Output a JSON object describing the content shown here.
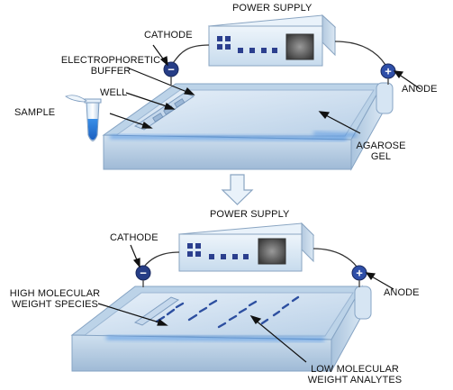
{
  "top": {
    "power_supply": "POWER SUPPLY",
    "cathode": "CATHODE",
    "anode": "ANODE",
    "buffer_line1": "ELECTROPHORETIC",
    "buffer_line2": "BUFFER",
    "well": "WELL",
    "sample": "SAMPLE",
    "gel_line1": "AGAROSE",
    "gel_line2": "GEL"
  },
  "bottom": {
    "power_supply": "POWER SUPPLY",
    "cathode": "CATHODE",
    "anode": "ANODE",
    "high_line1": "HIGH MOLECULAR",
    "high_line2": "WEIGHT SPECIES",
    "low_line1": "LOW MOLECULAR",
    "low_line2": "WEIGHT ANALYTES"
  },
  "symbols": {
    "minus": "−",
    "plus": "+"
  },
  "colors": {
    "tank_blue": "#b6cde3",
    "gel_blue": "#cfe0f0",
    "glow_blue": "#2f7fe0",
    "anode_fill": "#2f4fa8",
    "cathode_fill": "#263d86",
    "band_blue": "#2d4fa0",
    "power_box": "#d7e6f3"
  }
}
